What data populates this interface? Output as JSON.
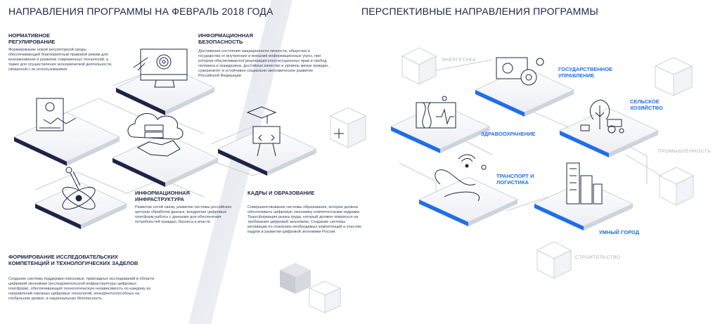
{
  "left": {
    "title": "НАПРАВЛЕНИЯ ПРОГРАММЫ НА ФЕВРАЛЬ 2018 ГОДА",
    "sections": [
      {
        "title": "НОРМАТИВНОЕ РЕГУЛИРОВАНИЕ",
        "text": "Формирование новой регуляторной среды, обеспечивающей благоприятный правовой режим для возникновения и развития современных технологий, а также для осуществления экономической деятельности, связанной с их использованием"
      },
      {
        "title": "ИНФОРМАЦИОННАЯ БЕЗОПАСНОСТЬ",
        "text": "Достижение состояния защищенности личности, общества и государства от внутренних и внешних информационных угроз, при котором обеспечиваются реализация конституционных прав и свобод человека и гражданина, достойные качество и уровень жизни граждан, суверенитет и устойчивое социально-экономическое развитие Российской Федерации"
      },
      {
        "title": "ИНФОРМАЦИОННАЯ ИНФРАСТРУКТУРА",
        "text": "Развитие сетей связи, развитие системы российских центров обработки данных, внедрение цифровых платформ работы с данными для обеспечения потребностей граждан, бизнеса и власти"
      },
      {
        "title": "КАДРЫ И ОБРАЗОВАНИЕ",
        "text": "Совершенствование системы образования, которая должна обеспечивать цифровую экономику компетентными кадрами. Трансформация рынка труда, который должен опираться на требования цифровой экономики. Создание системы мотивации по освоению необходимых компетенций и участию кадров в развитии цифровой экономики России"
      },
      {
        "title": "ФОРМИРОВАНИЕ ИССЛЕДОВАТЕЛЬСКИХ КОМПЕТЕНЦИЙ И ТЕХНОЛОГИЧЕСКИХ ЗАДЕЛОВ",
        "text": "Создание системы поддержки поисковых, прикладных исследований в области цифровой экономики (исследовательской инфраструктуры цифровых платформ), обеспечивающей технологическую независимость по каждому из направлений сквозных цифровых технологий, конкурентоспособных на глобальном уровне, и национальную безопасность"
      }
    ]
  },
  "right": {
    "title": "ПЕРСПЕКТИВНЫЕ НАПРАВЛЕНИЯ ПРОГРАММЫ",
    "active": [
      "ГОСУДАРСТВЕННОЕ УПРАВЛЕНИЕ",
      "ЗДРАВООХРАНЕНИЕ",
      "СЕЛЬСКОЕ ХОЗЯЙСТВО",
      "ТРАНСПОРТ И ЛОГИСТИКА",
      "УМНЫЙ ГОРОД"
    ],
    "inactive": [
      "ЭНЕРГЕТИКА",
      "ПРОМЫШЛЕННОСТЬ",
      "СТРОИТЕЛЬСТВО"
    ]
  },
  "colors": {
    "navy": "#1c2446",
    "accent": "#1e6fe8",
    "muted": "#a8acb8",
    "panel": "#eef0f4"
  }
}
